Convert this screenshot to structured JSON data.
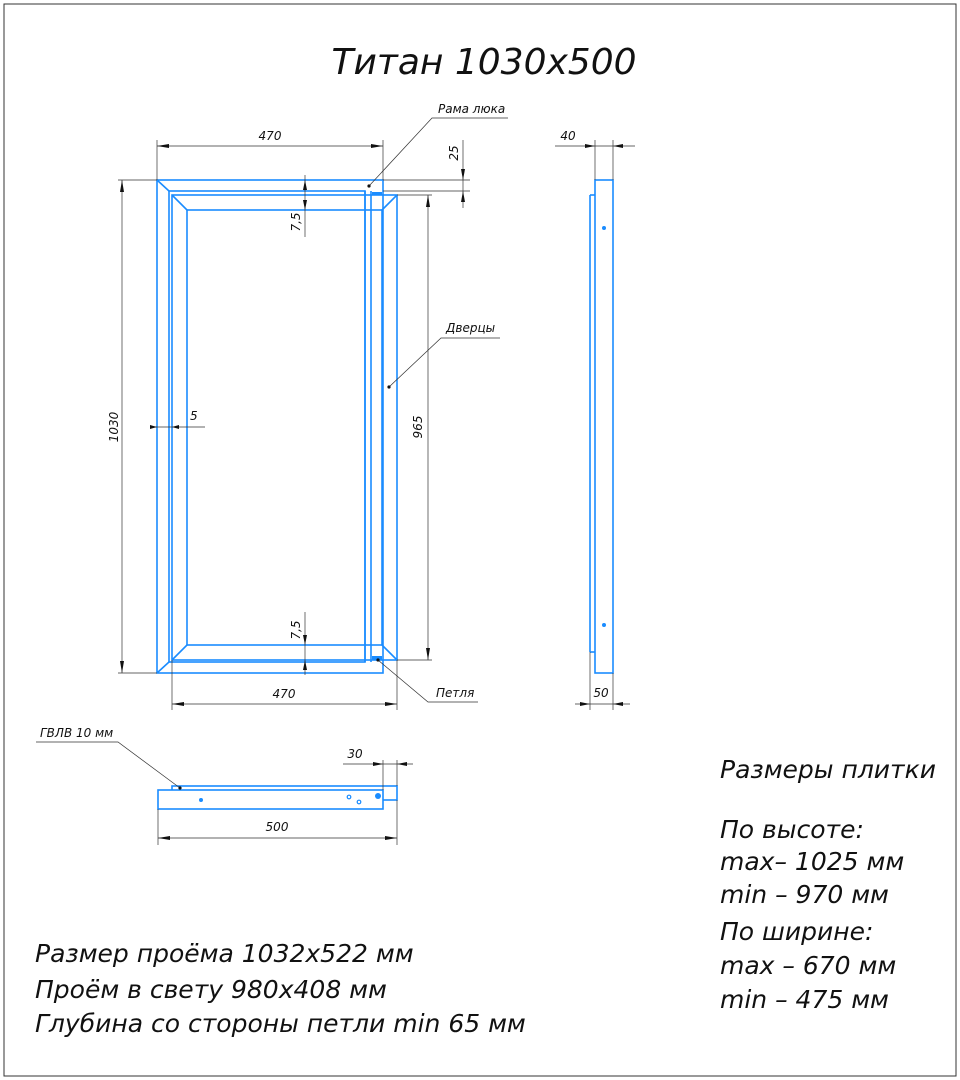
{
  "title": "Титан 1030х500",
  "labels": {
    "frame": "Рама люка",
    "doors": "Дверцы",
    "hinge": "Петля",
    "gvlv": "ГВЛВ 10 мм"
  },
  "dimensions": {
    "top_width": "470",
    "bottom_width": "470",
    "height": "1030",
    "door_height": "965",
    "offset_top": "25",
    "gap_top": "7,5",
    "gap_bottom": "7,5",
    "side_gap": "5",
    "side_depth_top": "40",
    "side_depth_bottom": "50",
    "plan_width": "500",
    "plan_offset": "30"
  },
  "tile": {
    "heading": "Размеры плитки",
    "height_label": "По высоте:",
    "height_max": "max– 1025 мм",
    "height_min": "min – 970 мм",
    "width_label": "По ширине:",
    "width_max": "max – 670 мм",
    "width_min": "min – 475 мм"
  },
  "notes": [
    "Размер проёма 1032х522 мм",
    "Проём в свету 980х408 мм",
    "Глубина со стороны петли min 65 мм"
  ],
  "colors": {
    "outline": "#1a8cff"
  }
}
